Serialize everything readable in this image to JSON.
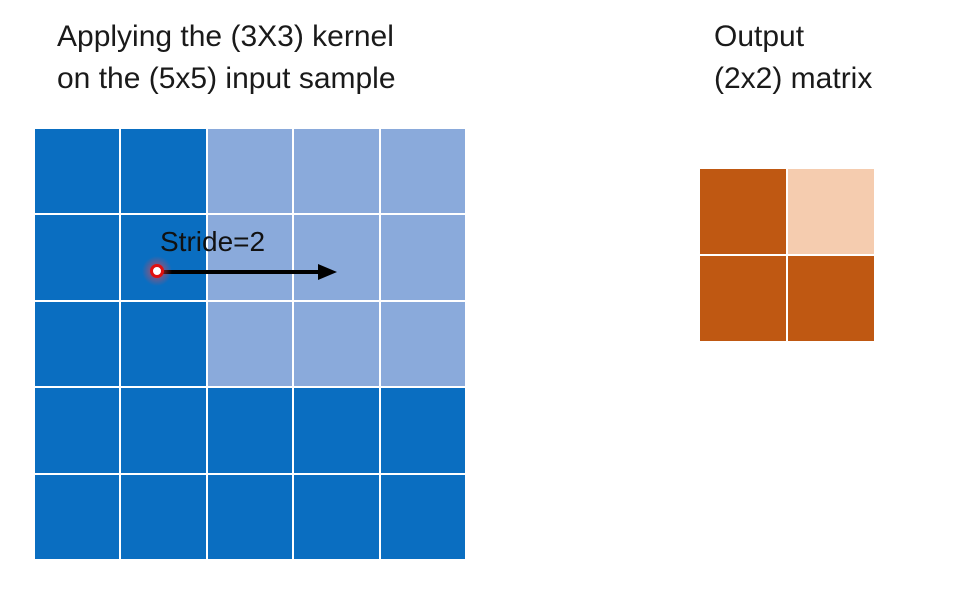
{
  "input_title": {
    "line1": "Applying the (3X3) kernel",
    "line2": "on the (5x5) input sample"
  },
  "output_title": {
    "line1": "Output",
    "line2": "(2x2) matrix"
  },
  "stride_label": "Stride=2",
  "colors": {
    "input_base": "#0a6ec1",
    "kernel_highlight": "#8aaadb",
    "output_filled": "#bf5812",
    "output_current": "#f5ccaf",
    "arrow": "#000000",
    "pointer": "#e01010"
  },
  "input_grid": {
    "rows": 5,
    "cols": 5,
    "kernel_size": 3,
    "kernel_row": 0,
    "kernel_col": 2
  },
  "output_grid": {
    "rows": 2,
    "cols": 2,
    "current_row": 0,
    "current_col": 1
  }
}
